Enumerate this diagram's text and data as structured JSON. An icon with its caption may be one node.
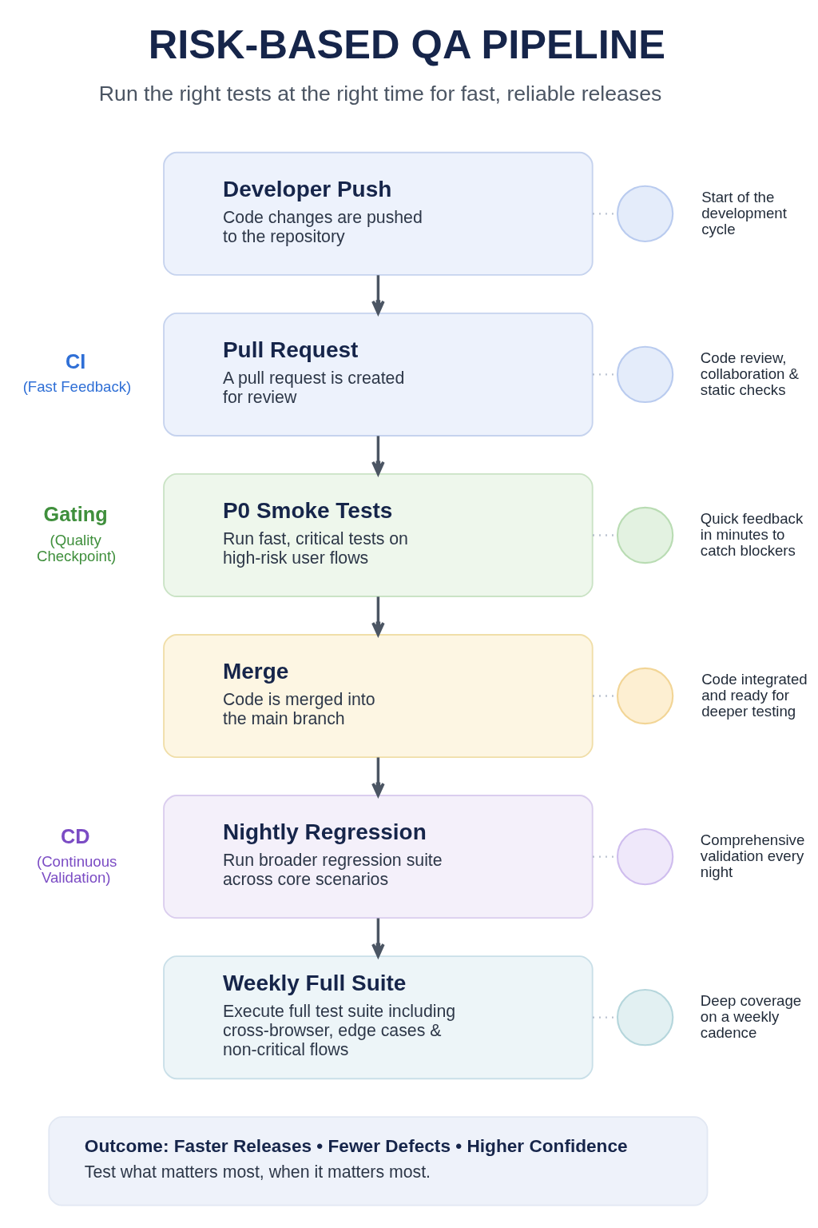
{
  "diagram": {
    "title": "RISK-BASED QA PIPELINE",
    "nodes": [
      {
        "text": [
          "Developer Push",
          "Code changes are pushed to the repository"
        ]
      },
      {
        "text": [],
        "shape": "circle",
        "beside": [
          "Start of the development cycle"
        ]
      },
      {
        "text": [
          "Pull Request",
          "A pull request is created for review"
        ]
      },
      {
        "text": [],
        "shape": "circle",
        "beside": [
          "Code review, collaboration & static checks"
        ]
      },
      {
        "text": [
          "P0 Smoke Tests",
          "Run fast, critical tests on high-risk user flows"
        ]
      },
      {
        "text": [],
        "shape": "circle",
        "beside": [
          "Quick feedback in minutes to catch blockers"
        ]
      },
      {
        "text": [
          "Merge",
          "Code is merged into the main branch"
        ]
      },
      {
        "text": [],
        "shape": "circle",
        "beside": [
          "Code integrated and ready for deeper testing"
        ]
      },
      {
        "text": [
          "Nightly Regression",
          "Run broader regression suite across core scenarios"
        ]
      },
      {
        "text": [],
        "shape": "circle",
        "beside": [
          "Comprehensive validation every night"
        ]
      },
      {
        "text": [
          "Weekly Full Suite",
          "Execute full test suite including cross-browser, edge cases & non-critical flows"
        ]
      },
      {
        "text": [],
        "shape": "circle",
        "beside": [
          "Deep coverage on a weekly cadence"
        ]
      },
      {
        "text": [
          "Outcome: Faster Releases • Fewer Defects • Higher Confidence",
          "Test what matters most, when it matters most."
        ]
      }
    ],
    "edges": [
      {
        "from": 0,
        "to": 1,
        "arrow": "none",
        "style": "dashed"
      },
      {
        "from": 0,
        "to": 2,
        "arrow": "to",
        "color": "#4b5563"
      },
      {
        "from": 2,
        "to": 3,
        "arrow": "none",
        "style": "dashed"
      },
      {
        "from": 2,
        "to": 4,
        "arrow": "to",
        "color": "#4b5563"
      },
      {
        "from": 4,
        "to": 5,
        "arrow": "none",
        "style": "dashed"
      },
      {
        "from": 4,
        "to": 6,
        "arrow": "to",
        "color": "#4b5563"
      },
      {
        "from": 6,
        "to": 7,
        "arrow": "none",
        "style": "dashed"
      },
      {
        "from": 6,
        "to": 8,
        "arrow": "to",
        "color": "#4b5563"
      },
      {
        "from": 8,
        "to": 9,
        "arrow": "none",
        "style": "dashed"
      },
      {
        "from": 8,
        "to": 10,
        "arrow": "to",
        "color": "#4b5563"
      },
      {
        "from": 10,
        "to": 11,
        "arrow": "none",
        "style": "dashed"
      }
    ],
    "labels": [
      "Run the right tests at the right time for fast, reliable releases",
      "CI",
      "(Fast Feedback)",
      "Gating",
      "(Quality Checkpoint)",
      "CD",
      "(Continuous Validation)"
    ]
  }
}
